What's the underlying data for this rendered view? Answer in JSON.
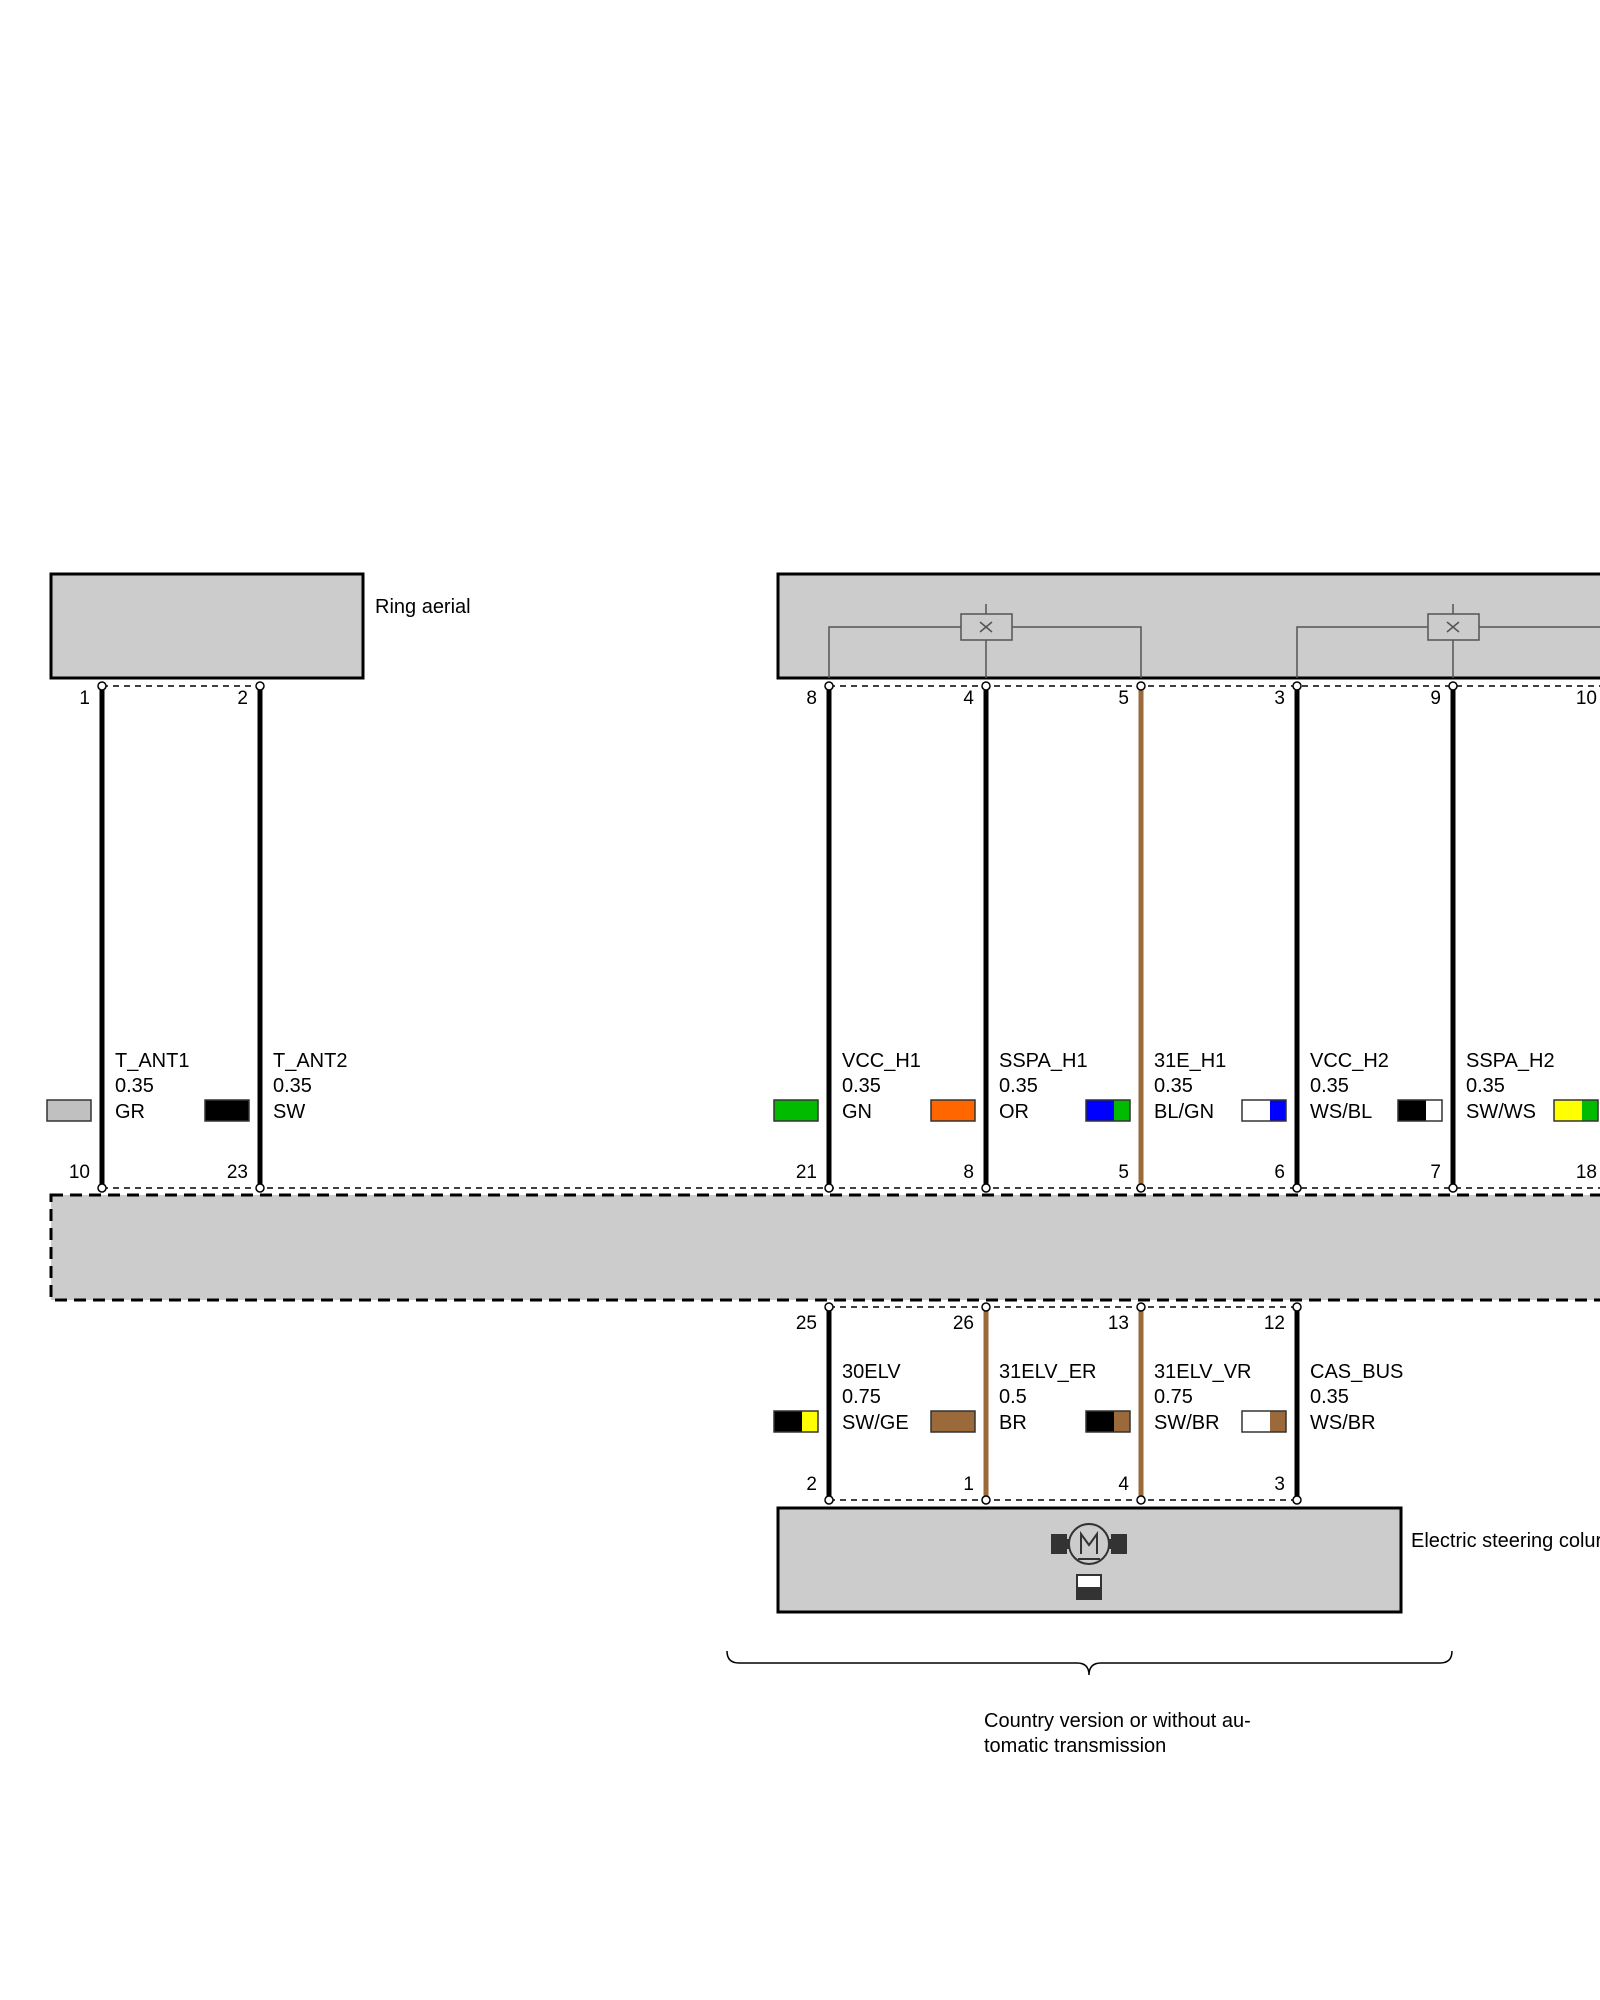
{
  "components": {
    "ring_aerial": {
      "label": "Ring aerial"
    },
    "steering_lock": {
      "label": "Electric steering colur"
    }
  },
  "note": {
    "line1": "Country version or without au-",
    "line2": "tomatic transmission"
  },
  "colors": {
    "GR": "#c0c0c0",
    "SW": "#000000",
    "GN": "#00bb00",
    "OR": "#ff6600",
    "BL": "#0000ff",
    "WS": "#ffffff",
    "GE": "#ffff00",
    "BR": "#9a6a3a",
    "box_fill": "#cccccc"
  },
  "upper_wires": [
    {
      "id": "t-ant1",
      "top_pin": "1",
      "bottom_pin": "10",
      "signal": "T_ANT1",
      "gauge": "0.35",
      "color_code": "GR",
      "swatch": [
        "GR"
      ],
      "wire_color": "SW"
    },
    {
      "id": "t-ant2",
      "top_pin": "2",
      "bottom_pin": "23",
      "signal": "T_ANT2",
      "gauge": "0.35",
      "color_code": "SW",
      "swatch": [
        "SW"
      ],
      "wire_color": "SW"
    },
    {
      "id": "vcc-h1",
      "top_pin": "8",
      "bottom_pin": "21",
      "signal": "VCC_H1",
      "gauge": "0.35",
      "color_code": "GN",
      "swatch": [
        "GN"
      ],
      "wire_color": "SW"
    },
    {
      "id": "sspa-h1",
      "top_pin": "4",
      "bottom_pin": "8",
      "signal": "SSPA_H1",
      "gauge": "0.35",
      "color_code": "OR",
      "swatch": [
        "OR"
      ],
      "wire_color": "SW"
    },
    {
      "id": "31e-h1",
      "top_pin": "5",
      "bottom_pin": "5",
      "signal": "31E_H1",
      "gauge": "0.35",
      "color_code": "BL/GN",
      "swatch": [
        "BL",
        "GN"
      ],
      "wire_color": "BR"
    },
    {
      "id": "vcc-h2",
      "top_pin": "3",
      "bottom_pin": "6",
      "signal": "VCC_H2",
      "gauge": "0.35",
      "color_code": "WS/BL",
      "swatch": [
        "WS",
        "BL"
      ],
      "wire_color": "SW"
    },
    {
      "id": "sspa-h2",
      "top_pin": "9",
      "bottom_pin": "7",
      "signal": "SSPA_H2",
      "gauge": "0.35",
      "color_code": "SW/WS",
      "swatch": [
        "SW",
        "WS"
      ],
      "wire_color": "SW"
    },
    {
      "id": "partial",
      "top_pin": "10",
      "bottom_pin": "18",
      "signal": "",
      "gauge": "",
      "color_code": "",
      "swatch": [
        "GE",
        "GN"
      ],
      "wire_color": "SW"
    }
  ],
  "lower_wires": [
    {
      "id": "30elv",
      "top_pin": "25",
      "bottom_pin": "2",
      "signal": "30ELV",
      "gauge": "0.75",
      "color_code": "SW/GE",
      "swatch": [
        "SW",
        "GE"
      ],
      "wire_color": "SW"
    },
    {
      "id": "31elv-er",
      "top_pin": "26",
      "bottom_pin": "1",
      "signal": "31ELV_ER",
      "gauge": "0.5",
      "color_code": "BR",
      "swatch": [
        "BR"
      ],
      "wire_color": "BR"
    },
    {
      "id": "31elv-vr",
      "top_pin": "13",
      "bottom_pin": "4",
      "signal": "31ELV_VR",
      "gauge": "0.75",
      "color_code": "SW/BR",
      "swatch": [
        "SW",
        "BR"
      ],
      "wire_color": "BR"
    },
    {
      "id": "cas-bus",
      "top_pin": "12",
      "bottom_pin": "3",
      "signal": "CAS_BUS",
      "gauge": "0.35",
      "color_code": "WS/BR",
      "swatch": [
        "WS",
        "BR"
      ],
      "wire_color": "SW"
    }
  ]
}
